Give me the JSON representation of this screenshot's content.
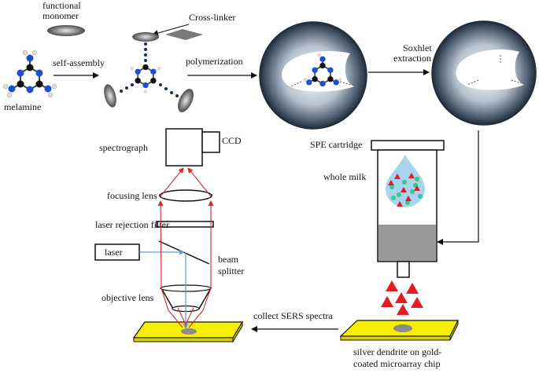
{
  "labels": {
    "functional_monomer_line1": "functional",
    "functional_monomer_line2": "monomer",
    "cross_linker": "Cross-linker",
    "self_assembly": "self-assembly",
    "polymerization": "polymerization",
    "melamine": "melamine",
    "soxhlet_line1": "Soxhlet",
    "soxhlet_line2": "extraction",
    "spectrograph": "spectrograph",
    "ccd": "CCD",
    "spe_cartridge": "SPE cartridge",
    "whole_milk": "whole milk",
    "focusing_lens": "focusing lens",
    "laser_rejection_filter": "laser rejection filter",
    "laser": "laser",
    "beam_line1": "beam",
    "beam_line2": "splitter",
    "objective_lens": "objective lens",
    "collect_sers": "collect SERS spectra",
    "chip_line1": "silver dendrite on gold-",
    "chip_line2": "coated microarray chip"
  },
  "colors": {
    "laser_beam": "#5b9bd5",
    "raman_beam": "#d62828",
    "analyte": "#e31b23",
    "milk_dots": "#3cc88a",
    "milk_drop": "#a7d4ee",
    "chip": "#f5f000",
    "sphere_dark": "#1f2b3a"
  }
}
